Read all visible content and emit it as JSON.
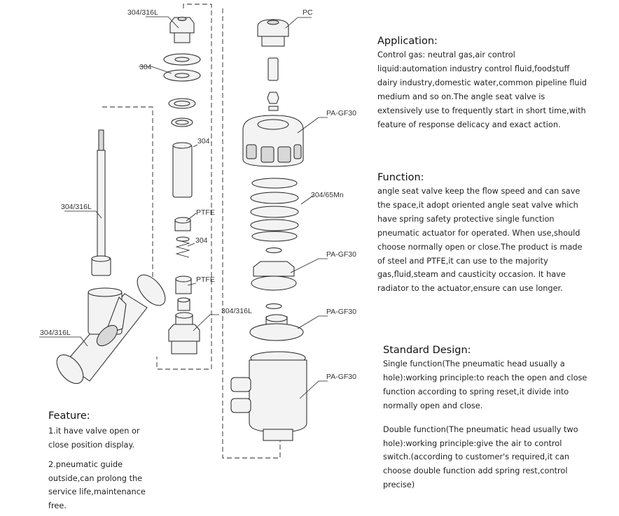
{
  "part_labels": {
    "top_plug": "304/316L",
    "washers": "304",
    "stem": "304/316L",
    "bushing": "304",
    "seal_upper": "PTFE",
    "small_spring": "304",
    "seal_lower": "PTFE",
    "body": "304/316L",
    "gland_nut": "304/316L",
    "indicator_cap": "PC",
    "actuator_cap": "PA-GF30",
    "main_spring": "304/65Mn",
    "piston": "PA-GF30",
    "seal_disc": "PA-GF30",
    "cylinder": "PA-GF30"
  },
  "application": {
    "title": "Application:",
    "text": "Control gas: neutral gas,air control liquid:automation industry control fluid,foodstuff dairy industry,domestic water,common pipeline fluid medium and so on.The angle seat valve is extensively use to frequently start in short time,with feature of response delicacy and exact action."
  },
  "function": {
    "title": "Function:",
    "text": "angle seat valve keep the flow speed and can save the space,it adopt oriented angle seat valve which have spring safety protective single function pneumatic actuator for operated. When use,should choose normally open or close.The product is made of steel and PTFE,it can use to the majority gas,fluid,steam and causticity occasion. It have radiator to the actuator,ensure can use longer."
  },
  "standard_design": {
    "title": "Standard Design:",
    "single": "Single function(The pneumatic head usually a hole):working principle:to reach the open and close function according to spring reset,it divide into normally open and close.",
    "double": "Double function(The pneumatic head usually two hole):working principle:give the air to control switch.(according to customer's required,it can choose double function add spring rest,control precise)"
  },
  "feature": {
    "title": "Feature:",
    "item1": "1.it have valve open or close position display.",
    "item2": "2.pneumatic guide outside,can prolong the service life,maintenance free."
  }
}
